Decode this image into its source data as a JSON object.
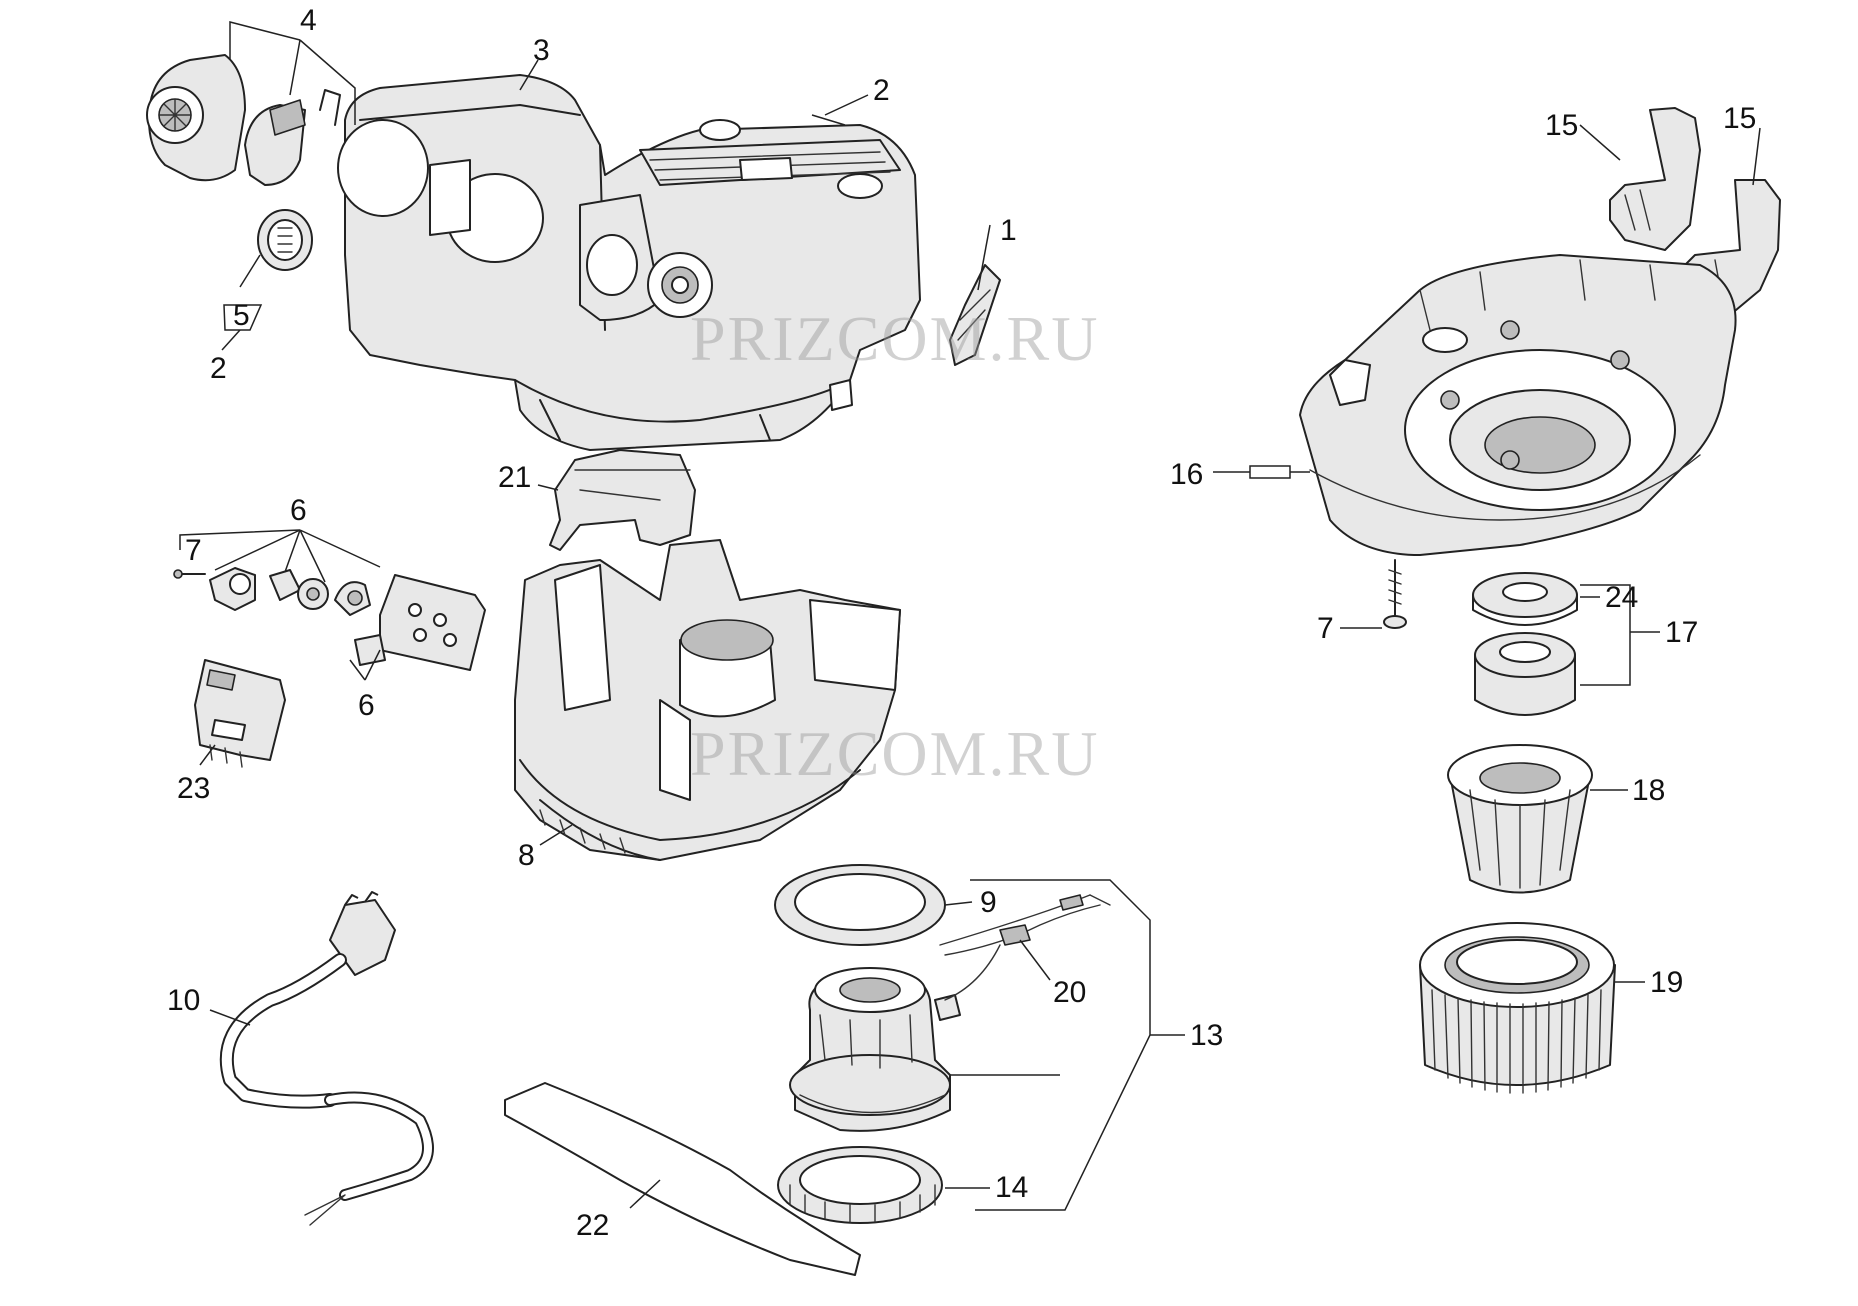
{
  "watermark": "PRIZCOM.RU",
  "callouts": {
    "c1": "1",
    "c2a": "2",
    "c2b": "2",
    "c3": "3",
    "c4": "4",
    "c5": "5",
    "c6a": "6",
    "c6b": "6",
    "c7a": "7",
    "c7b": "7",
    "c8": "8",
    "c9": "9",
    "c10": "10",
    "c13": "13",
    "c14": "14",
    "c15a": "15",
    "c15b": "15",
    "c16": "16",
    "c17": "17",
    "c18": "18",
    "c19": "19",
    "c20": "20",
    "c21": "21",
    "c22": "22",
    "c23": "23",
    "c24": "24"
  }
}
